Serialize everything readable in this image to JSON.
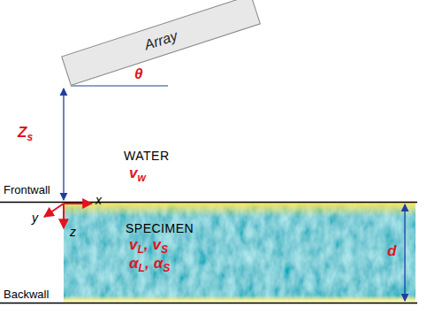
{
  "diagram": {
    "nodes": [
      {
        "text": [
          "Array"
        ]
      }
    ],
    "labels": [
      "θ",
      "Z",
      "s",
      "WATER",
      "v",
      "w",
      "Frontwall",
      "x",
      "y",
      "z",
      "SPECIMEN",
      "v",
      "L",
      ",",
      "v",
      "S",
      "α",
      "L",
      ",",
      "α",
      "S",
      "d",
      "Backwall"
    ]
  }
}
